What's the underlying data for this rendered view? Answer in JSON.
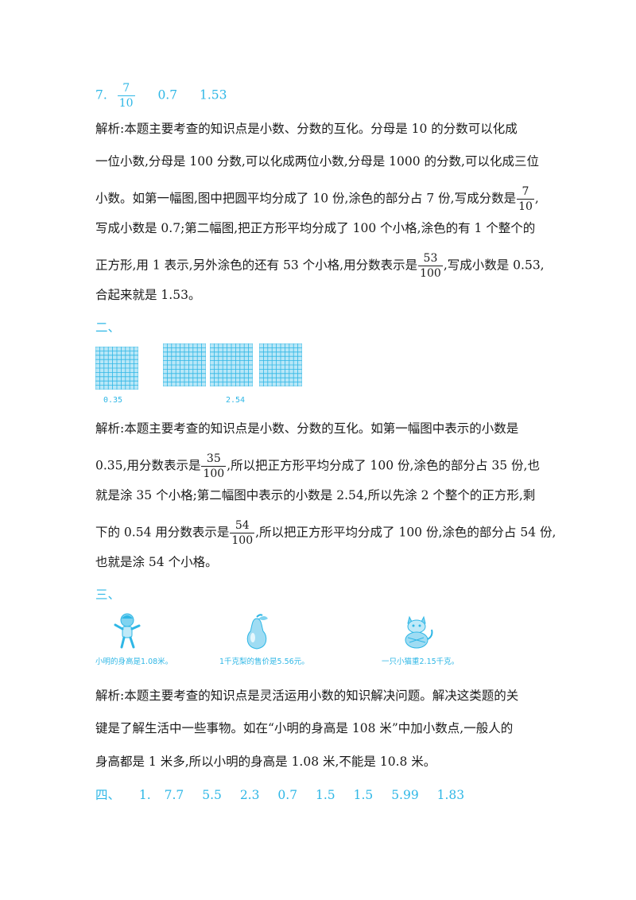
{
  "q7": {
    "num_label": "7.",
    "frac_num": "7",
    "frac_den": "10",
    "ans2": "0.7",
    "ans3": "1.53",
    "l1": "解析:本题主要考查的知识点是小数、分数的互化。分母是 10 的分数可以化成",
    "l2": "一位小数,分母是 100 分数,可以化成两位小数,分母是 1000 的分数,可以化成三位",
    "l3a": "小数。如第一幅图,图中把圆平均分成了 10 份,涂色的部分占 7 份,写成分数是",
    "l3_num": "7",
    "l3_den": "10",
    "l3b": ",",
    "l4": "写成小数是 0.7;第二幅图,把正方形平均分成了 100 个小格,涂色的有 1 个整个的",
    "l5a": "正方形,用 1 表示,另外涂色的还有 53 个小格,用分数表示是",
    "l5_num": "53",
    "l5_den": "100",
    "l5b": ",写成小数是 0.53,",
    "l6": "合起来就是 1.53。"
  },
  "s2": {
    "heading": "二、",
    "label1": "0.35",
    "label2": "2.54",
    "l1": "解析:本题主要考查的知识点是小数、分数的互化。如第一幅图中表示的小数是",
    "l2a": "0.35,用分数表示是",
    "l2_num": "35",
    "l2_den": "100",
    "l2b": ",所以把正方形平均分成了 100 份,涂色的部分占 35 份,也",
    "l3": "就是涂 35 个小格;第二幅图中表示的小数是 2.54,所以先涂 2 个整个的正方形,剩",
    "l4a": "下的 0.54 用分数表示是",
    "l4_num": "54",
    "l4_den": "100",
    "l4b": ",所以把正方形平均分成了 100 份,涂色的部分占 54 份,",
    "l5": "也就是涂 54 个小格。"
  },
  "s3": {
    "heading": "三、",
    "cap1": "小明的身高是1.08米。",
    "cap2": "1千克梨的售价是5.56元。",
    "cap3": "一只小猫重2.15千克。",
    "l1": "解析:本题主要考查的知识点是灵活运用小数的知识解决问题。解决这类题的关",
    "l2": "键是了解生活中一些事物。如在“小明的身高是 108 米”中加小数点,一般人的",
    "l3": "身高都是 1 米多,所以小明的身高是 1.08 米,不能是 10.8 米。"
  },
  "s4": {
    "heading": "四、",
    "answers": [
      "1.",
      "7.7",
      "5.5",
      "2.3",
      "0.7",
      "1.5",
      "1.5",
      "5.99",
      "1.83"
    ]
  },
  "colors": {
    "accent": "#2fb7e6",
    "grid_line": "#2fb7e6",
    "grid_fill": "#7fd3f0"
  }
}
